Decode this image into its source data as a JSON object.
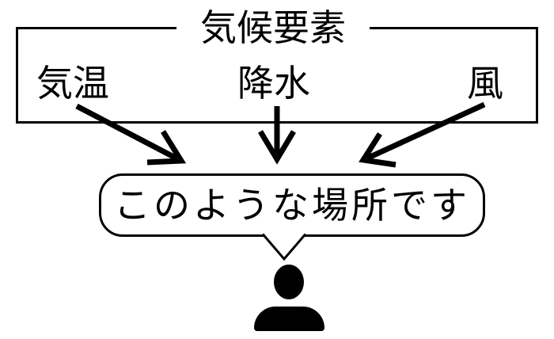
{
  "diagram": {
    "title": "気候要素",
    "factors": [
      {
        "id": "temperature",
        "label": "気温"
      },
      {
        "id": "precipitation",
        "label": "降水"
      },
      {
        "id": "wind",
        "label": "風"
      }
    ],
    "arrows": [
      {
        "from": "temperature",
        "to": "speech-bubble",
        "direction": "down-right"
      },
      {
        "from": "precipitation",
        "to": "speech-bubble",
        "direction": "down"
      },
      {
        "from": "wind",
        "to": "speech-bubble",
        "direction": "down-left"
      }
    ],
    "speech_bubble": {
      "text": "このような場所です"
    },
    "icons": {
      "person": "person-icon"
    },
    "colors": {
      "foreground": "#000000",
      "background": "#ffffff"
    }
  }
}
